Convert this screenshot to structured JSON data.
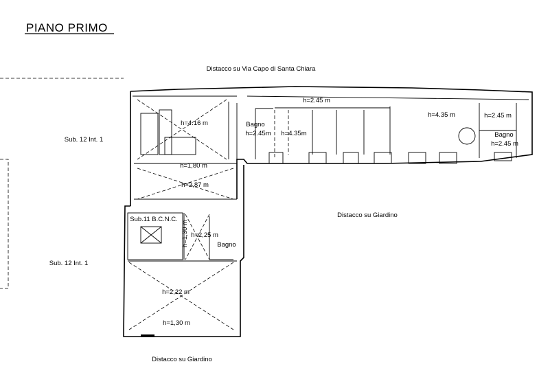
{
  "title": "PIANO PRIMO",
  "labels": {
    "top_street": "Distacco su Via Capo di Santa Chiara",
    "garden_center": "Distacco su Giardino",
    "garden_bottom": "Distacco su Giardino",
    "sub12_upper": "Sub. 12 Int. 1",
    "sub12_lower": "Sub. 12 Int. 1",
    "sub11": "Sub.11 B.C.N.C."
  },
  "rooms": {
    "stair_room_h": "h=4.16 m",
    "corridor_h": "h=1,80 m",
    "hall_h": "h=2,87 m",
    "bagno1_label": "Bagno",
    "bagno1_h": "h=2.45m",
    "room2_h": "h=4.35m",
    "gallery_h": "h=2.45 m",
    "big_room_h": "h=4.35 m",
    "small_room_h": "h=2.45 m",
    "bagno2_label": "Bagno",
    "bagno2_h": "h=2.45 m",
    "mid_room_h": "h=2,25 m",
    "mid_room_h2": "h=1,30 m",
    "bagno3_label": "Bagno",
    "bottom_room_h": "h=2,22 m",
    "bottom_room_h2": "h=1,30 m"
  }
}
